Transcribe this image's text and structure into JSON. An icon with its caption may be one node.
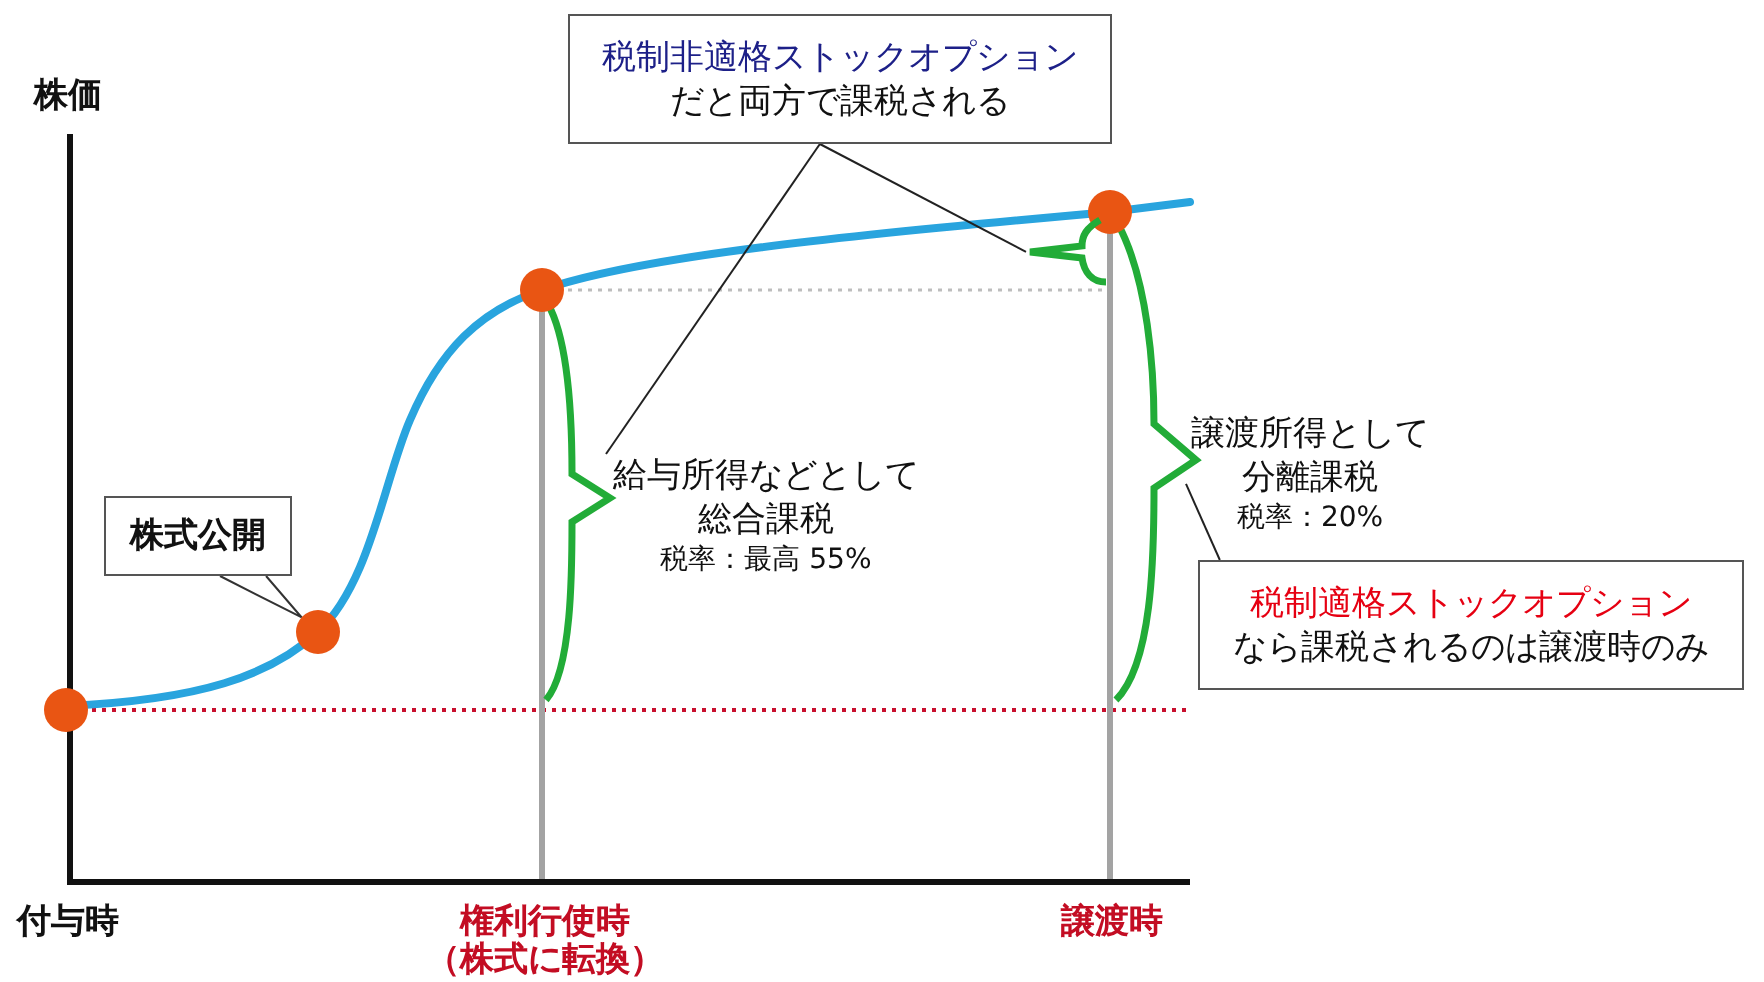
{
  "diagram": {
    "nodes": [
      {
        "text": [
          "税制非適格ストックオプション",
          "だと両方で課税される"
        ]
      },
      {
        "text": [
          "株式公開"
        ]
      },
      {
        "text": [],
        "shape": "circle"
      },
      {
        "text": [],
        "shape": "circle"
      },
      {
        "text": [],
        "shape": "circle"
      },
      {
        "text": [],
        "shape": "circle"
      },
      {
        "text": [
          "給与所得などとして総合課税",
          "税率：最高 55%"
        ]
      },
      {
        "text": [],
        "shape": "brace"
      },
      {
        "text": [
          "譲渡所得として分離課税",
          "税率：20%"
        ]
      },
      {
        "text": [
          "税制適格ストックオプション",
          "なら課税されるのは譲渡時のみ"
        ]
      }
    ],
    "edges": [
      {
        "from": 1,
        "to": 3,
        "arrow": "none"
      },
      {
        "from": 0,
        "to": 6,
        "arrow": "none"
      },
      {
        "from": 0,
        "to": 7,
        "arrow": "none"
      },
      {
        "from": 9,
        "to": 8,
        "arrow": "none"
      }
    ],
    "labels": [
      "株価",
      "付与時",
      "権利行使時（株式に転換）",
      "譲渡時"
    ]
  }
}
